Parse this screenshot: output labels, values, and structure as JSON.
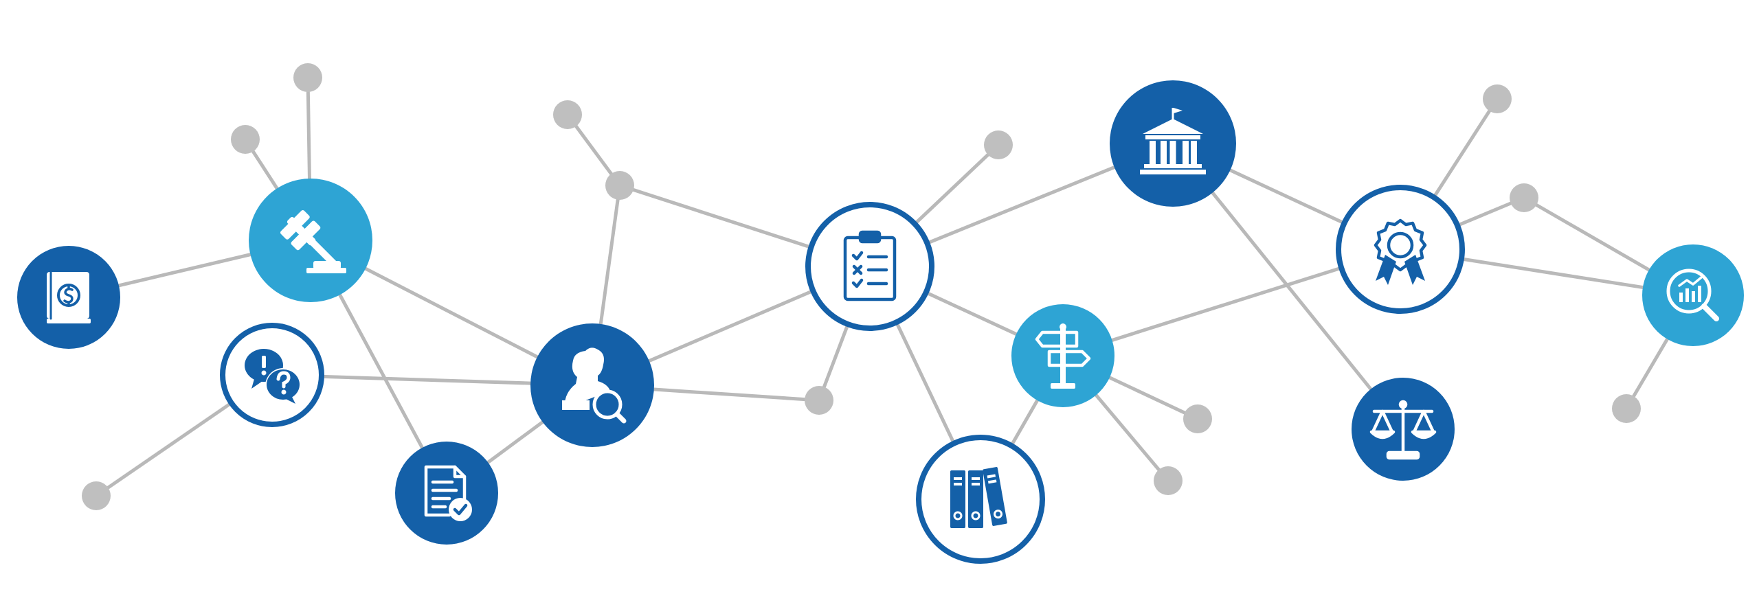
{
  "colors": {
    "edge": "#b9b9b9",
    "dot": "#bfbfbf",
    "dark_blue": "#1460a8",
    "light_blue": "#2ea4d4",
    "white": "#ffffff"
  },
  "nodes": [
    {
      "id": "finance-book",
      "icon": "finance-book-icon",
      "style": "dark"
    },
    {
      "id": "gavel",
      "icon": "gavel-icon",
      "style": "light"
    },
    {
      "id": "question-bubbles",
      "icon": "question-bubbles-icon",
      "style": "ring"
    },
    {
      "id": "approved-document",
      "icon": "approved-document-icon",
      "style": "dark"
    },
    {
      "id": "person-search",
      "icon": "person-search-icon",
      "style": "dark"
    },
    {
      "id": "checklist",
      "icon": "checklist-icon",
      "style": "ring"
    },
    {
      "id": "file-binders",
      "icon": "file-binders-icon",
      "style": "ring"
    },
    {
      "id": "signpost",
      "icon": "signpost-icon",
      "style": "light"
    },
    {
      "id": "courthouse",
      "icon": "courthouse-icon",
      "style": "dark"
    },
    {
      "id": "award-badge",
      "icon": "award-badge-icon",
      "style": "ring"
    },
    {
      "id": "justice-scale",
      "icon": "justice-scale-icon",
      "style": "dark"
    },
    {
      "id": "analytics-search",
      "icon": "analytics-search-icon",
      "style": "light"
    }
  ]
}
